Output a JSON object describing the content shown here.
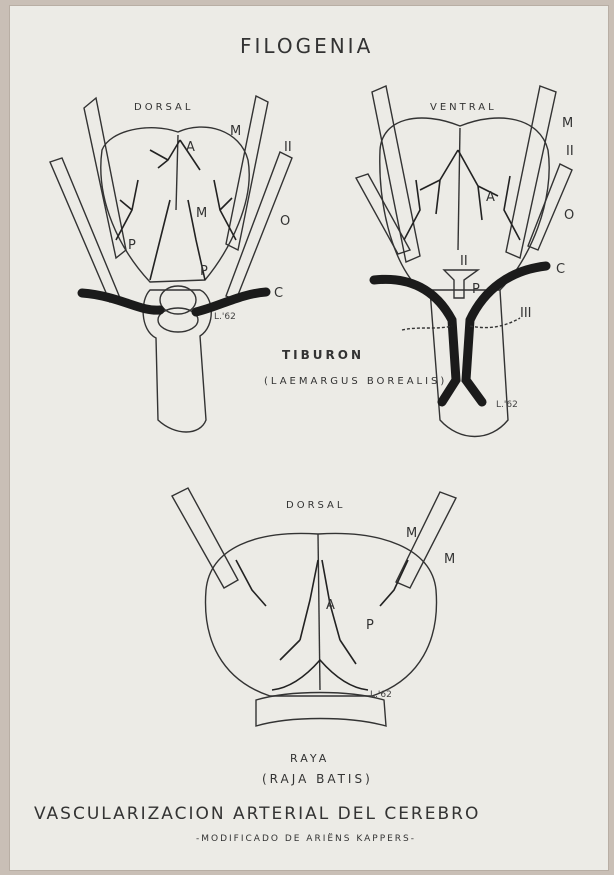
{
  "title": "FILOGENIA",
  "shark": {
    "dorsal_label": "DORSAL",
    "ventral_label": "VENTRAL",
    "name": "TIBURON",
    "species": "(LAEMARGUS BOREALIS)",
    "dorsal_markers": [
      "A",
      "M",
      "II",
      "M",
      "P",
      "O",
      "P",
      "C"
    ],
    "ventral_markers": [
      "M",
      "II",
      "A",
      "O",
      "II",
      "C",
      "P",
      "III"
    ],
    "signature_dorsal": "L.'62",
    "signature_ventral": "L.'62"
  },
  "ray": {
    "dorsal_label": "DORSAL",
    "name": "RAYA",
    "species": "(RAJA BATIS)",
    "markers": [
      "M",
      "M",
      "A",
      "P"
    ],
    "signature": "L.'62"
  },
  "caption": "VASCULARIZACION ARTERIAL DEL CEREBRO",
  "subcaption": "-MODIFICADO DE ARIËNS KAPPERS-"
}
